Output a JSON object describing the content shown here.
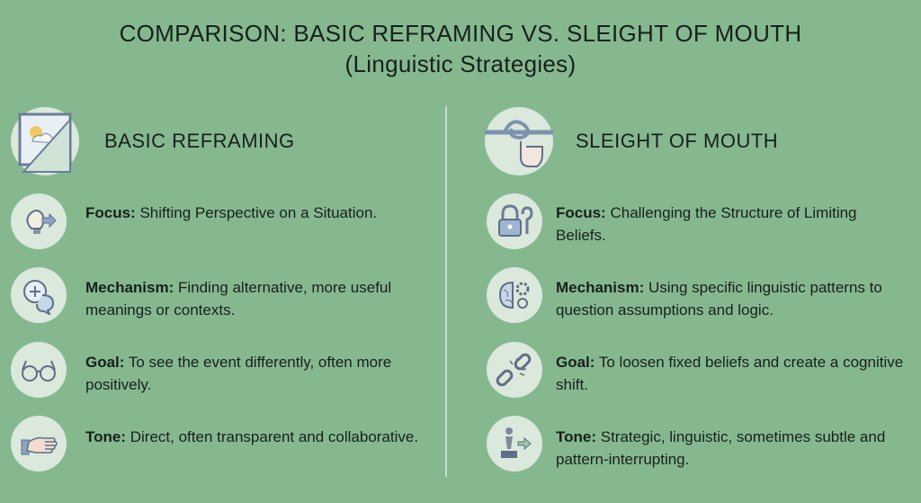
{
  "title": {
    "line1": "COMPARISON: BASIC REFRAMING VS. SLEIGHT OF MOUTH",
    "line2": "(Linguistic Strategies)"
  },
  "left": {
    "heading": "BASIC REFRAMING",
    "heading_icon": "reframe-picture-icon",
    "items": [
      {
        "label": "Focus:",
        "text": "Shifting Perspective on a Situation.",
        "icon": "lightbulb-arrow-icon"
      },
      {
        "label": "Mechanism:",
        "text": "Finding alternative, more useful meanings or contexts.",
        "icon": "speech-bubbles-icon"
      },
      {
        "label": "Goal:",
        "text": "To see the event differently, often more positively.",
        "icon": "glasses-icon"
      },
      {
        "label": "Tone:",
        "text": "Direct, often transparent and collaborative.",
        "icon": "open-hand-icon"
      }
    ]
  },
  "right": {
    "heading": "SLEIGHT OF MOUTH",
    "heading_icon": "knot-hand-icon",
    "items": [
      {
        "label": "Focus:",
        "text": "Challenging the Structure of Limiting Beliefs.",
        "icon": "padlock-question-icon"
      },
      {
        "label": "Mechanism:",
        "text": "Using specific linguistic patterns to question assumptions and logic.",
        "icon": "brain-gear-icon"
      },
      {
        "label": "Goal:",
        "text": "To loosen fixed beliefs and create a cognitive shift.",
        "icon": "broken-chain-icon"
      },
      {
        "label": "Tone:",
        "text": "Strategic, linguistic, sometimes subtle and pattern-interrupting.",
        "icon": "chess-pawn-arrow-icon"
      }
    ]
  },
  "colors": {
    "background": "#86b890",
    "icon_circle": "#dbe8dc",
    "icon_stroke": "#5f6f86",
    "text": "#17211a"
  }
}
